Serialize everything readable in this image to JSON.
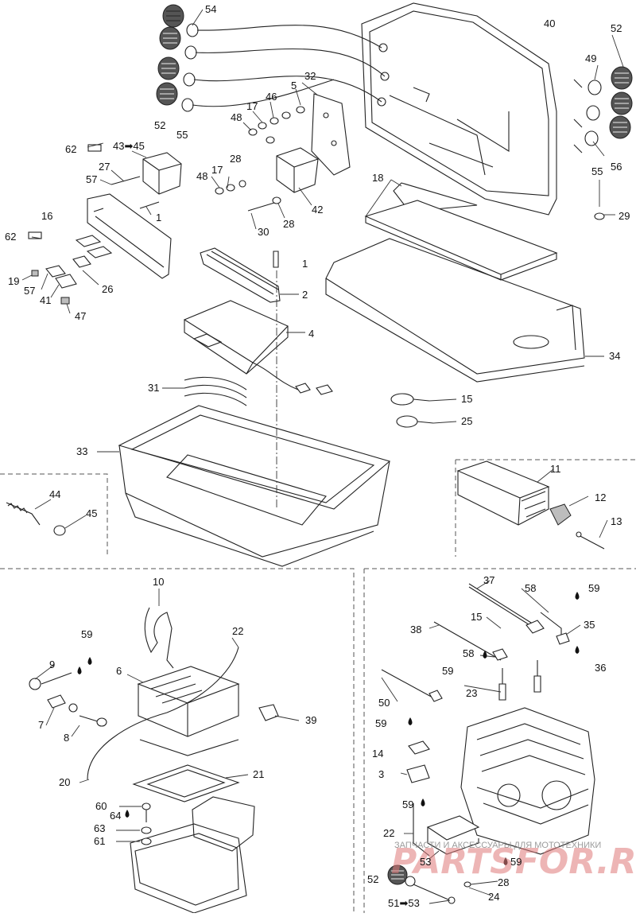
{
  "labels": {
    "l54": "54",
    "l40": "40",
    "l52a": "52",
    "l49": "49",
    "l52b": "52",
    "l55a": "55",
    "l32": "32",
    "l5": "5",
    "l46": "46",
    "l17a": "17",
    "l48a": "48",
    "l56": "56",
    "l55b": "55",
    "l29": "29",
    "l62a": "62",
    "l43_45": "43➡45",
    "l27": "27",
    "l57a": "57",
    "l48b": "48",
    "l17b": "17",
    "l28a": "28",
    "l18": "18",
    "l42": "42",
    "l28b": "28",
    "l30": "30",
    "l16": "16",
    "l1a": "1",
    "l62b": "62",
    "l19": "19",
    "l57b": "57",
    "l41": "41",
    "l26": "26",
    "l47": "47",
    "l1b": "1",
    "l2": "2",
    "l4": "4",
    "l34": "34",
    "l31": "31",
    "l15a": "15",
    "l25": "25",
    "l33": "33",
    "l11": "11",
    "l12": "12",
    "l13": "13",
    "l44": "44",
    "l45": "45",
    "l10": "10",
    "l22a": "22",
    "l59a": "59",
    "l9": "9",
    "l6": "6",
    "l7": "7",
    "l8": "8",
    "l39": "39",
    "l20": "20",
    "l21": "21",
    "l60": "60",
    "l64": "64",
    "l63": "63",
    "l61": "61",
    "l37": "37",
    "l58a": "58",
    "l59b": "59",
    "l15b": "15",
    "l35": "35",
    "l38": "38",
    "l58b": "58",
    "l36": "36",
    "l59c": "59",
    "l23": "23",
    "l50": "50",
    "l59d": "59",
    "l14": "14",
    "l3": "3",
    "l59e": "59",
    "l22b": "22",
    "l53a": "53",
    "l59f": "59",
    "l52c": "52",
    "l28c": "28",
    "l51_53": "51➡53",
    "l24": "24"
  },
  "watermark": {
    "brand": "PARTSFOR.RU",
    "tagline": "ЗАПЧАСТИ И АКСЕССУАРЫ ДЛЯ МОТОТЕХНИКИ"
  },
  "colors": {
    "line": "#222222",
    "part_grey": "#bdbdbd",
    "watermark": "#e07a7a"
  },
  "icons": {
    "drop": "oil-drop-icon"
  }
}
